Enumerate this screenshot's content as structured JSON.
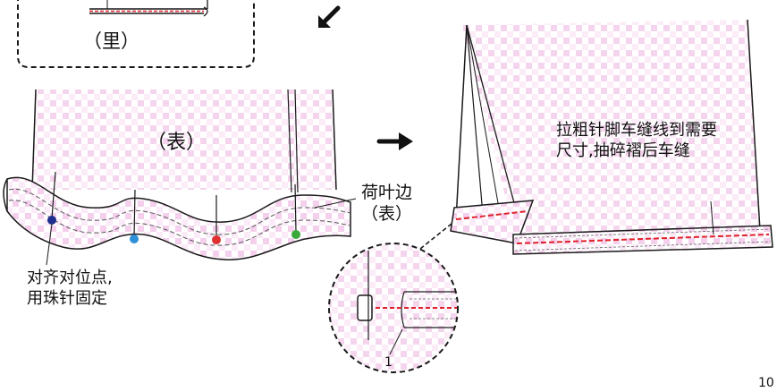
{
  "labels": {
    "inner_side": "（里）",
    "outer_side": "（表）",
    "ruffle_line1": "荷叶边",
    "ruffle_line2": "（表）",
    "align_line1": "对齐对位点,",
    "align_line2": "用珠针固定",
    "gather_line1": "拉粗针脚车缝线到需要",
    "gather_line2": "尺寸,抽碎褶后车缝",
    "callout_number": "1",
    "page_number": "10"
  },
  "colors": {
    "outline": "#1a1a1a",
    "stitch_red": "#e0202a",
    "check_pink": "#f2c4e6",
    "pin_navy": "#1f2f8f",
    "pin_blue": "#2f8fd8",
    "pin_red": "#e03030",
    "pin_green": "#3aa83a"
  },
  "icons": {
    "arrow_down_left": "arrow-down-left-icon",
    "arrow_right": "arrow-right-icon"
  }
}
